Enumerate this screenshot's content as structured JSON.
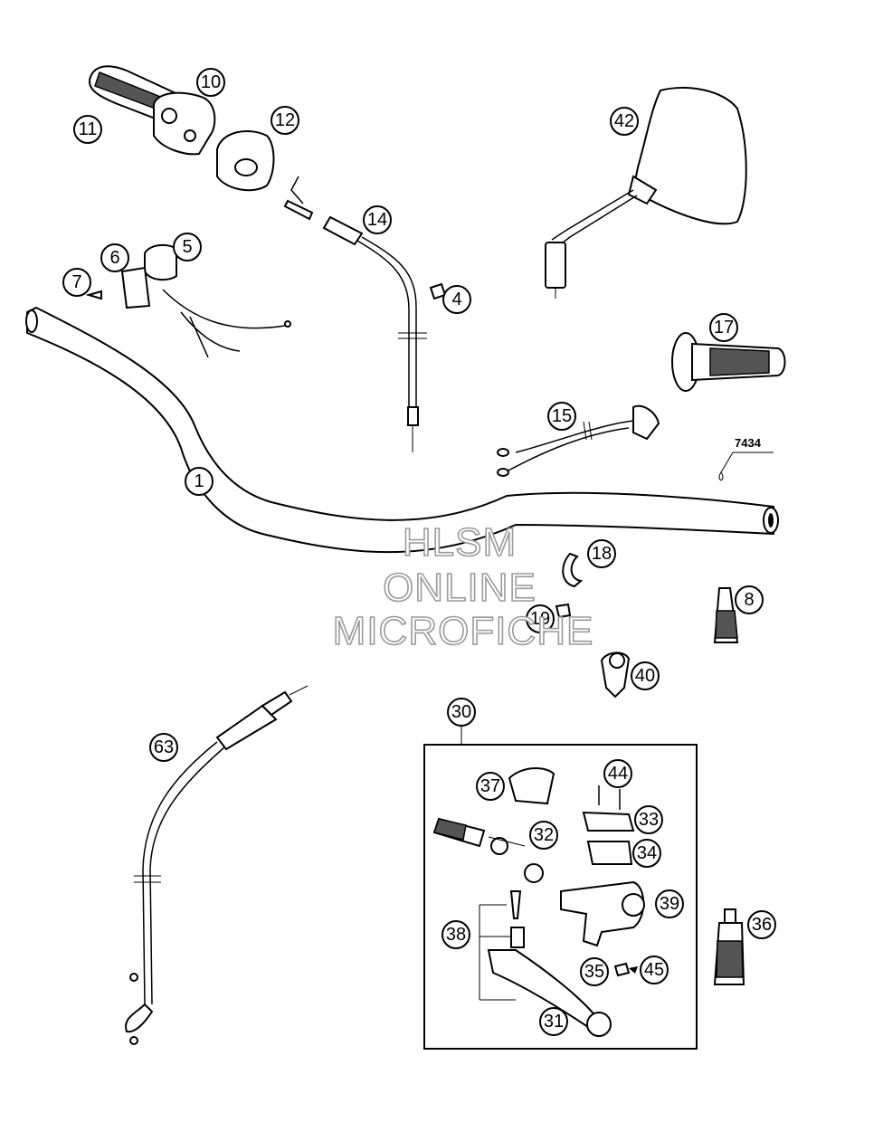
{
  "callouts": {
    "c1": "1",
    "c4": "4",
    "c5": "5",
    "c6": "6",
    "c7": "7",
    "c8": "8",
    "c10": "10",
    "c11": "11",
    "c12": "12",
    "c14": "14",
    "c15": "15",
    "c17": "17",
    "c18": "18",
    "c19": "19",
    "c30": "30",
    "c31": "31",
    "c32": "32",
    "c33": "33",
    "c34": "34",
    "c35": "35",
    "c36": "36",
    "c37": "37",
    "c38": "38",
    "c39": "39",
    "c40": "40",
    "c42": "42",
    "c44": "44",
    "c45": "45",
    "c63": "63"
  },
  "reference_code": "7434",
  "watermark": {
    "line1": "HLSM",
    "line2": "ONLINE",
    "line3": "MICROFICHE"
  },
  "colors": {
    "ink": "#000000",
    "paper": "#ffffff",
    "watermark": "#9a9a9a"
  }
}
